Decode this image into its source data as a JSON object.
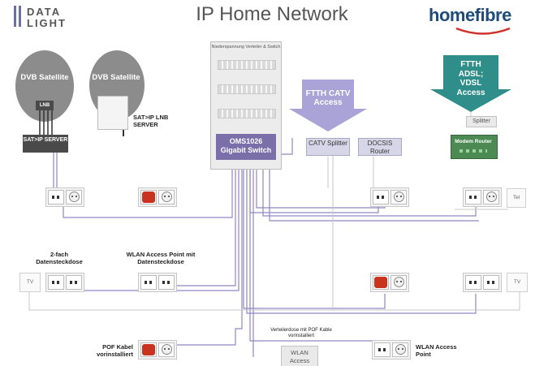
{
  "title": "IP Home Network",
  "logos": {
    "datalight_line1": "DATA",
    "datalight_line2": "LIGHT",
    "homefibre": "homefibre"
  },
  "satellites": {
    "dvb1": "DVB Satellite",
    "lnb": "LNB",
    "dvb2": "DVB Satellite",
    "satip_lnb": "SAT>IP LNB SERVER",
    "satip_server": "SAT>IP SERVER"
  },
  "cabinet": {
    "caption": "Niederspannung Verteiler & Switch",
    "switch": "OMS1026 Gigabit Switch"
  },
  "ftth_catv": "FTTH CATV Access",
  "ftth_adsl": "FTTH ADSL; VDSL Access",
  "catv_splitter": "CATV Splitter",
  "docsis_router": "DOCSIS Router",
  "splitter": "Splitter",
  "modem_router": "Modem Router",
  "tel": "Tel",
  "tv_left": "TV",
  "tv_right": "TV",
  "labels": {
    "datensteckdose": "2-fach Datensteckdose",
    "wlan_ap_dose": "WLAN Access Point mit Datensteckdose",
    "pof_kabel": "POF Kabel vorinstalliert",
    "verteilerdose": "Verteilerdose mit POF Kable vorinstalliert",
    "wlan_access": "WLAN Access",
    "wlan_ap": "WLAN Access Point"
  },
  "colors": {
    "cable": "#8f86c4",
    "switch": "#7b6fa9",
    "arrow": "#a9a3d8",
    "arrow_teal": "#2f8e8a"
  }
}
